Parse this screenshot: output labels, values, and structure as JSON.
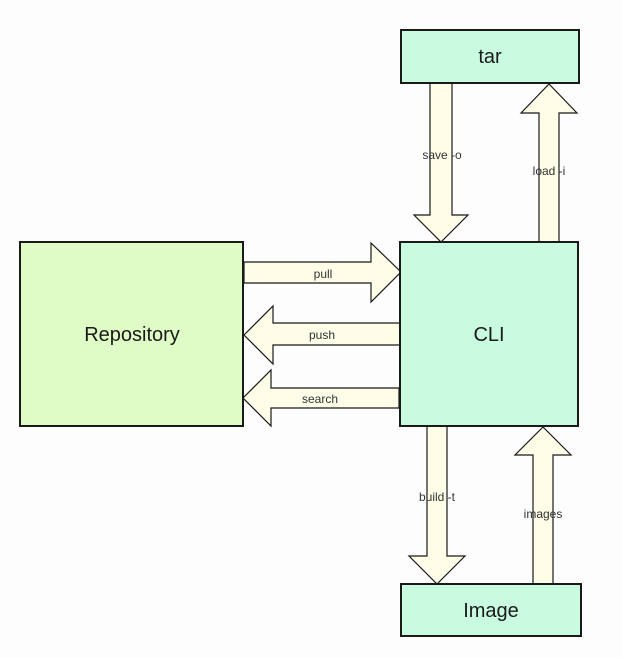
{
  "nodes": {
    "tar": {
      "label": "tar",
      "fill": "#c9fbe0"
    },
    "cli": {
      "label": "CLI",
      "fill": "#c9fbe0"
    },
    "repository": {
      "label": "Repository",
      "fill": "#e0fcc6"
    },
    "image": {
      "label": "Image",
      "fill": "#c9fbe0"
    }
  },
  "edges": {
    "save": {
      "label": "save -o"
    },
    "load": {
      "label": "load -i"
    },
    "pull": {
      "label": "pull"
    },
    "push": {
      "label": "push"
    },
    "search": {
      "label": "search"
    },
    "build": {
      "label": "build -t"
    },
    "images": {
      "label": "images"
    }
  },
  "colors": {
    "arrow_fill": "#fdfde8",
    "stroke": "#1a1a1a"
  }
}
